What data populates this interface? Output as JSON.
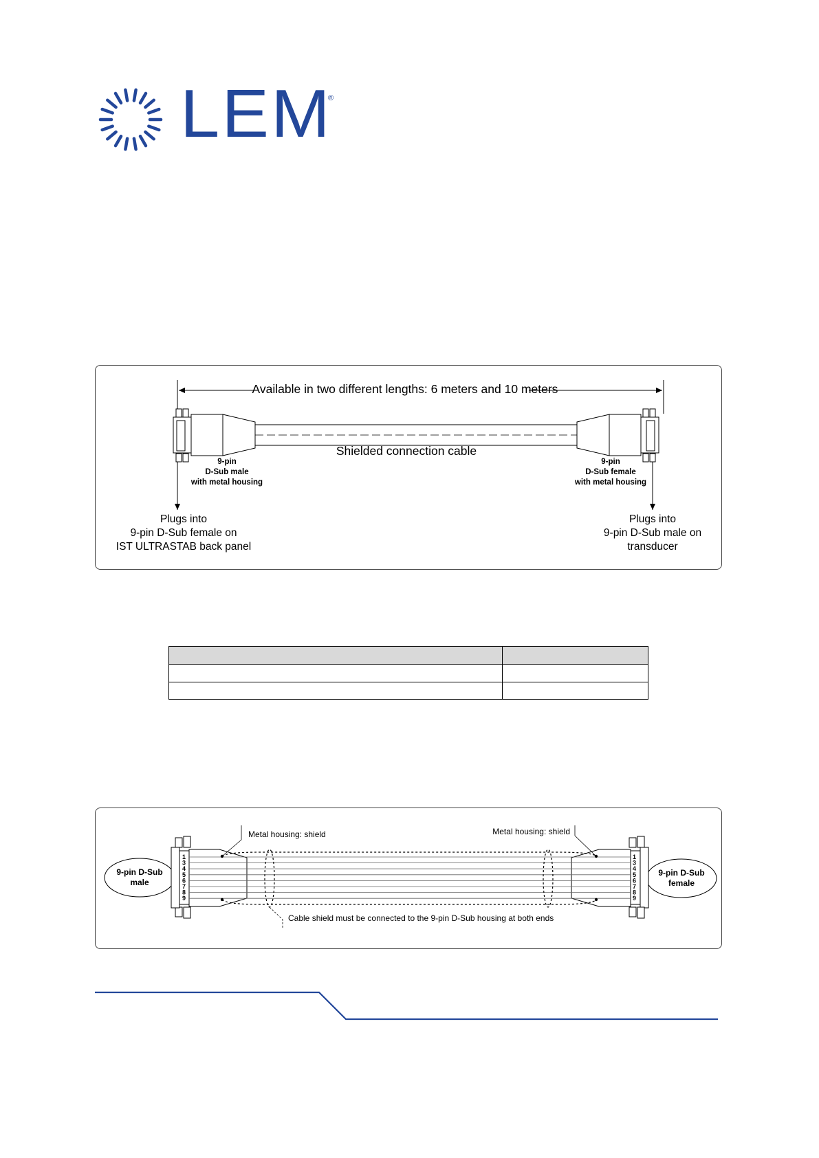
{
  "logo": {
    "brand": "LEM",
    "registered": "®",
    "color": "#23479a",
    "icon": "sun-burst-icon"
  },
  "cable_diagram": {
    "length_label": "Available in two different lengths: 6 meters and 10 meters",
    "cable_label": "Shielded connection cable",
    "left_connector": {
      "lines": [
        "9-pin",
        "D-Sub male",
        "with metal housing"
      ]
    },
    "right_connector": {
      "lines": [
        "9-pin",
        "D-Sub female",
        "with metal housing"
      ]
    },
    "left_destination": {
      "lines": [
        "Plugs into",
        "9-pin D-Sub female on",
        "IST ULTRASTAB back panel"
      ]
    },
    "right_destination": {
      "lines": [
        "Plugs into",
        "9-pin D-Sub male on",
        "transducer"
      ]
    }
  },
  "table": {
    "header_fill": "#d9d9d9",
    "rows": 2
  },
  "wiring_diagram": {
    "left_shield_label": "Metal housing: shield",
    "right_shield_label": "Metal housing: shield",
    "left_end": {
      "lines": [
        "9-pin D-Sub",
        "male"
      ]
    },
    "right_end": {
      "lines": [
        "9-pin D-Sub",
        "female"
      ]
    },
    "pins": [
      "1",
      "3",
      "4",
      "5",
      "6",
      "7",
      "8",
      "9"
    ],
    "shield_note": "Cable shield must be connected to the 9-pin D-Sub housing at both ends"
  },
  "footer": {
    "line_color": "#23479a"
  }
}
